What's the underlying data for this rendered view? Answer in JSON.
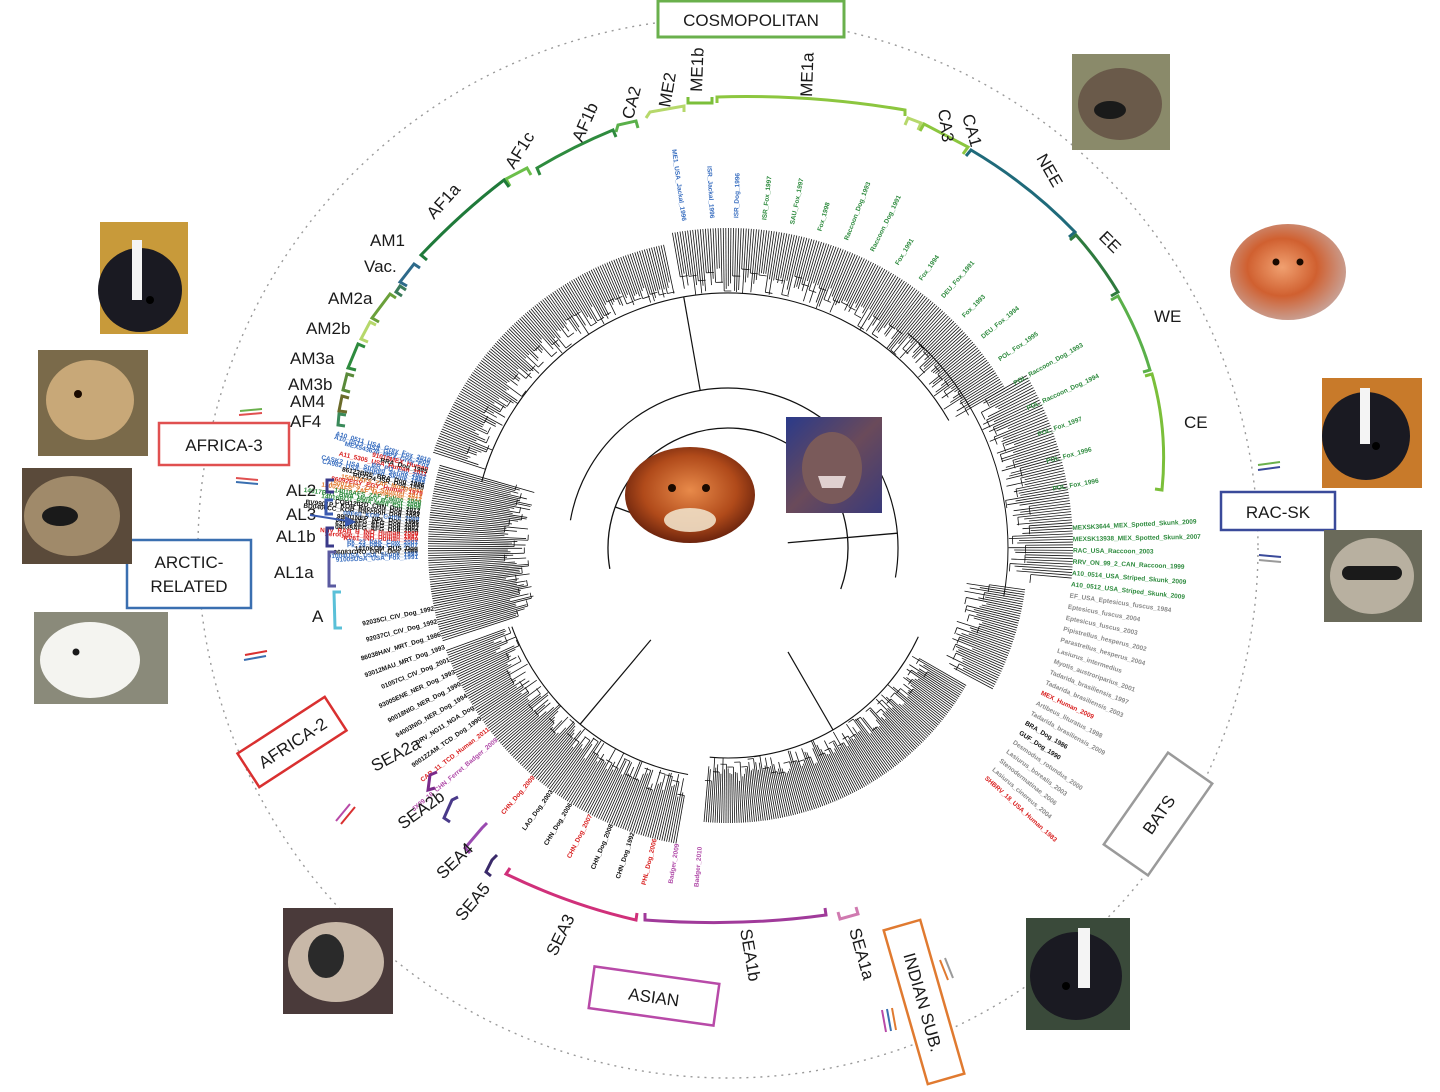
{
  "group_boxes": [
    {
      "id": "cosmopolitan",
      "label": "COSMOPOLITAN",
      "color": "#6ab04c"
    },
    {
      "id": "africa3",
      "label": "AFRICA-3",
      "color": "#e05050"
    },
    {
      "id": "arctic",
      "label": "ARCTIC-RELATED",
      "color": "#3a6fb0"
    },
    {
      "id": "africa2",
      "label": "AFRICA-2",
      "color": "#d93030"
    },
    {
      "id": "asian",
      "label": "ASIAN",
      "color": "#b84aa8"
    },
    {
      "id": "indian",
      "label": "INDIAN SUB.",
      "color": "#e07a30"
    },
    {
      "id": "bats",
      "label": "BATS",
      "color": "#9a9a9a"
    },
    {
      "id": "racsk",
      "label": "RAC-SK",
      "color": "#3a4a9a"
    }
  ],
  "clades": [
    {
      "label": "ME1b",
      "color": "#7bbf3a"
    },
    {
      "label": "ME1a",
      "color": "#8cc63f"
    },
    {
      "label": "ME2",
      "color": "#b6d86b"
    },
    {
      "label": "CA2",
      "color": "#5ab04a"
    },
    {
      "label": "AF1b",
      "color": "#2e8b3e"
    },
    {
      "label": "AF1c",
      "color": "#6cbf4a"
    },
    {
      "label": "AF1a",
      "color": "#1f7a3a"
    },
    {
      "label": "AM1",
      "color": "#2e6a8a"
    },
    {
      "label": "Vac.",
      "color": "#3a7a5a"
    },
    {
      "label": "AM2a",
      "color": "#6aa03a"
    },
    {
      "label": "AM2b",
      "color": "#b6d86b"
    },
    {
      "label": "AM3a",
      "color": "#2e8b3e"
    },
    {
      "label": "AM3b",
      "color": "#5a8a3a"
    },
    {
      "label": "AM4",
      "color": "#6b6b2a"
    },
    {
      "label": "AF4",
      "color": "#3a8a5a"
    },
    {
      "label": "AL2",
      "color": "#3a3a8a"
    },
    {
      "label": "AL3",
      "color": "#3a5ab0"
    },
    {
      "label": "AL1b",
      "color": "#3a3a8a"
    },
    {
      "label": "AL1a",
      "color": "#5a5aa0"
    },
    {
      "label": "A",
      "color": "#5ac0d8"
    },
    {
      "label": "CA3",
      "color": "#b6d86b"
    },
    {
      "label": "CA1",
      "color": "#8cc63f"
    },
    {
      "label": "NEE",
      "color": "#1f6a7a"
    },
    {
      "label": "EE",
      "color": "#2e7a3e"
    },
    {
      "label": "WE",
      "color": "#5ab04a"
    },
    {
      "label": "CE",
      "color": "#7bbf3a"
    },
    {
      "label": "SEA2a",
      "color": "#7a2a8a"
    },
    {
      "label": "SEA2b",
      "color": "#4a3a8a"
    },
    {
      "label": "SEA4",
      "color": "#9a4ab0"
    },
    {
      "label": "SEA5",
      "color": "#3a2a6a"
    },
    {
      "label": "SEA3",
      "color": "#d0307a"
    },
    {
      "label": "SEA1b",
      "color": "#a03a9a"
    },
    {
      "label": "SEA1a",
      "color": "#d07ab0"
    }
  ],
  "tip_labels": {
    "cosmopolitan_upper": [
      "ME1_USA_Jackal_1996",
      "ISR_Jackal_1996",
      "ISR_Dog_1996",
      "ISR_Fox_1997",
      "SAU_Fox_1997",
      "Fox_1998",
      "Raccoon_Dog_1993",
      "Raccoon_Dog_1991",
      "Fox_1991",
      "Fox_1994",
      "DEU_Fox_1991",
      "Fox_1993",
      "DEU_Fox_1994",
      "POL_Fox_1995",
      "POL_Raccoon_Dog_1993",
      "POL_Raccoon_Dog_1994",
      "POL_Fox_1997",
      "POL_Fox_1996",
      "POL_Fox_1996"
    ],
    "left_side": [
      "A10_0511_USA_Grey_Fox_2010",
      "A10_0513_USA_Grey_Fox_2009",
      "MEX543636_MEX_Grey_Fox",
      "91010MEX_Human",
      "BRA_Dog_1985",
      "A11_5305_USA_Human_2011",
      "BR_Pl1_Fox_2002",
      "CASK2_USA_Striped_Skunk_1993",
      "CA982_USA_Striped_Skunk_1995",
      "86123BRE_BRA_Dog_1986",
      "RV2324_ISR_Dog_1950",
      "15003AFS_ZAF_Mongoose",
      "86092EGY_EGY_Human_1979",
      "15001AFS_ZAF_Squirrel_2012",
      "15002AFS_ZAF_Mongoose_2012",
      "14018AFS_ZAF_Feline_2000",
      "14017BOT_BWA_Honey_Badger_2009",
      "14016BOT_BWA_Wild_Cat_2009",
      "CQH1202D_CHN_Dog_2012",
      "BV9901PJ_KOR_Raccoon_Dog_1999",
      "BD0406CC_KOR_Raccoon_Dog_2004",
      "08F60_KOR_Cattle_2008",
      "99001NEP_NPL_Dog_1996",
      "04029AFG_AFG_Dog_2004",
      "62052AFG_AFG_Dog_2002",
      "04035AFG_AFG_Dog_2004",
      "NNV_RAB_H_IND_Human_2009",
      "Serotype_1_IND_Human_1987",
      "RV61_IND_Human_2009",
      "Pk_23_PAK_Cow_2007",
      "Pk_24_PAK_Cow_2007",
      "1410KOM_RUS_Dog",
      "86083GRO_GRL_Dog_1980",
      "91004USA_USA_Skunk_1993",
      "91005USA_USA_Fox_1991"
    ],
    "africa2": [
      "92035CI_CIV_Dog_1992",
      "92037CI_CIV_Dog_1992",
      "86038HAV_MRT_Dog_1986",
      "93012MAU_MRT_Dog_1993",
      "01057CI_CIV_Dog_2001",
      "93005ENE_NER_Dog_1993",
      "90018NIG_NER_Dog_1990",
      "94003NIG_NER_Dog_1994",
      "DRV_NG11_NGA_Dog",
      "90012ZAM_TCD_Dog_1990",
      "CAR_11_TCD_Human_2011",
      "JX09_18_CHN_Ferret_Badger_2009"
    ],
    "asian": [
      "CHN_Dog_2009",
      "LAO_Dog_2003",
      "CHN_Dog_2006",
      "CHN_Dog_2007",
      "CHN_Dog_2008",
      "CHN_Dog_1992",
      "PHL_Dog_2006",
      "Badger_2009",
      "Badger_2010"
    ],
    "bats_rac": [
      "MEXSK3644_MEX_Spotted_Skunk_2009",
      "MEXSK13938_MEX_Spotted_Skunk_2007",
      "RAC_USA_Raccoon_2003",
      "RRV_ON_99_2_CAN_Raccoon_1999",
      "A10_0514_USA_Striped_Skunk_2009",
      "A10_0512_USA_Striped_Skunk_2009",
      "EF_USA_Eptesicus_fuscus_1984",
      "Eptesicus_fuscus_2004",
      "Eptesicus_fuscus_2003",
      "Pipistrellus_hesperus_2002",
      "Parastrellus_hesperus_2004",
      "Lasiurus_intermedius",
      "Myotis_austroriparius_2001",
      "Tadarida_brasiliensis_1997",
      "Tadarida_brasiliensis_2003",
      "MEX_Human_2009",
      "Artibeus_lituratus_1998",
      "Tadarida_brasiliensis_2009",
      "BRA_Dog_1986",
      "GUF_Dog_1990",
      "Desmodus_rotundus_2000",
      "Lasiurus_borealis_2003",
      "Stenodermatinae_2006",
      "Lasiurus_cinereus_2004",
      "SHBRV_18_USA_Human_1983"
    ]
  }
}
